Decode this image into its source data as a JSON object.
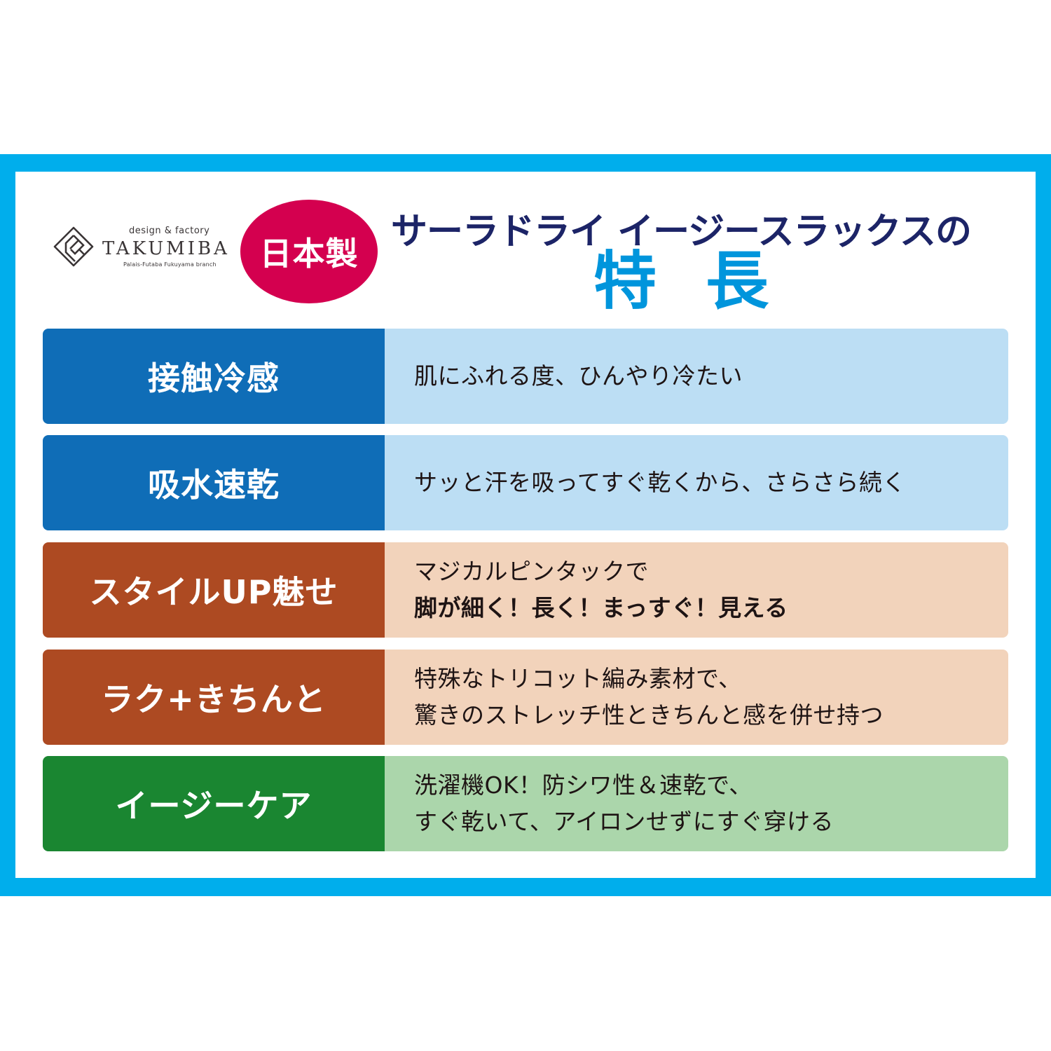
{
  "logo": {
    "icon": "takumiba-diamond-logo-icon",
    "tagline": "design & factory",
    "name": "TAKUMIBA",
    "branch": "Palais-Futaba Fukuyama branch"
  },
  "badge": {
    "label": "日本製",
    "color": "#d4004f"
  },
  "header": {
    "title": "サーラドライ イージースラックスの",
    "subtitle": "特長",
    "title_color": "#1c2467",
    "subtitle_color": "#0095dc"
  },
  "frame_color": "#00aeec",
  "features": [
    {
      "label": "接触冷感",
      "lines": [
        "肌にふれる度、ひんやり冷たい"
      ],
      "label_color": "#0f6db7",
      "desc_color": "#bcdef4"
    },
    {
      "label": "吸水速乾",
      "lines": [
        "サッと汗を吸ってすぐ乾くから、さらさら続く"
      ],
      "label_color": "#0f6db7",
      "desc_color": "#bcdef4"
    },
    {
      "label": "スタイルUP魅せ",
      "lines": [
        "マジカルピンタックで",
        "脚が細く！長く！まっすぐ！見える"
      ],
      "label_color": "#ad4a22",
      "desc_color": "#f2d3bb"
    },
    {
      "label": "ラク+きちんと",
      "lines": [
        "特殊なトリコット編み素材で、",
        "驚きのストレッチ性ときちんと感を併せ持つ"
      ],
      "label_color": "#ad4a22",
      "desc_color": "#f2d3bb"
    },
    {
      "label": "イージーケア",
      "lines": [
        "洗濯機OK！防シワ性＆速乾で、",
        "すぐ乾いて、アイロンせずにすぐ穿ける"
      ],
      "label_color": "#1a8631",
      "desc_color": "#abd6ab"
    }
  ]
}
